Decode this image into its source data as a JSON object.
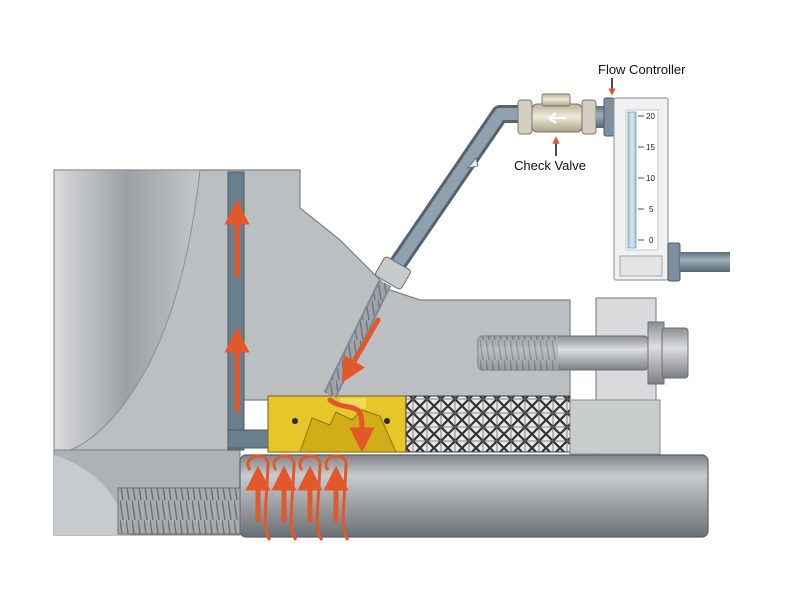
{
  "labels": {
    "flow_controller": "Flow Controller",
    "check_valve": "Check Valve"
  },
  "flow_meter": {
    "ticks": [
      "20",
      "15",
      "10",
      "5",
      "0"
    ]
  },
  "colors": {
    "housing": "#b9bcbf",
    "shaft": "#9ea2a6",
    "pipe": "#7b8c9a",
    "gland": "#e8c62a",
    "flow_arrow": "#e2582a",
    "valve": "#d8d2b8",
    "meter_tube": "#bcd7e6"
  }
}
